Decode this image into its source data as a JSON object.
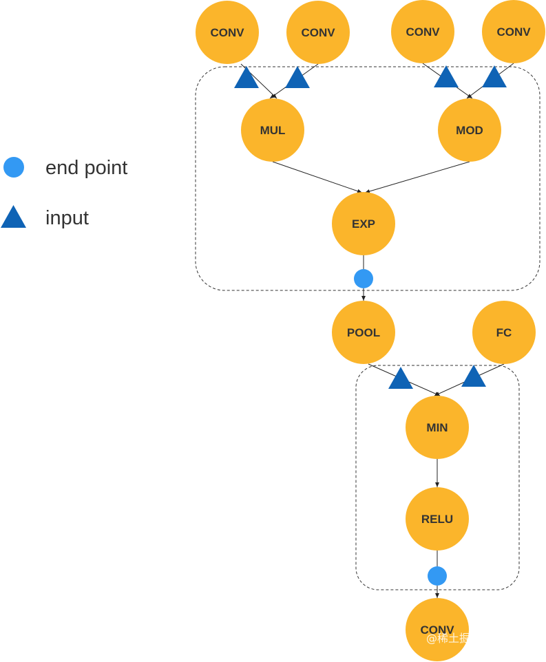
{
  "colors": {
    "node_fill": "#FBB52B",
    "input_marker": "#0F63B5",
    "end_point_marker": "#3399F3",
    "edge": "#222222",
    "group_border": "#333333",
    "text": "#333333"
  },
  "legend": {
    "end_point": {
      "label": "end point",
      "icon": "blue-circle"
    },
    "input": {
      "label": "input",
      "icon": "blue-triangle"
    }
  },
  "nodes": {
    "conv1": {
      "label": "CONV"
    },
    "conv2": {
      "label": "CONV"
    },
    "conv3": {
      "label": "CONV"
    },
    "conv4": {
      "label": "CONV"
    },
    "mul": {
      "label": "MUL"
    },
    "mod": {
      "label": "MOD"
    },
    "exp": {
      "label": "EXP"
    },
    "pool": {
      "label": "POOL"
    },
    "fc": {
      "label": "FC"
    },
    "min": {
      "label": "MIN"
    },
    "relu": {
      "label": "RELU"
    },
    "conv5": {
      "label": "CONV"
    }
  },
  "edges": [
    [
      "conv1",
      "mul"
    ],
    [
      "conv2",
      "mul"
    ],
    [
      "conv3",
      "mod"
    ],
    [
      "conv4",
      "mod"
    ],
    [
      "mul",
      "exp"
    ],
    [
      "mod",
      "exp"
    ],
    [
      "exp",
      "pool"
    ],
    [
      "pool",
      "min"
    ],
    [
      "fc",
      "min"
    ],
    [
      "min",
      "relu"
    ],
    [
      "relu",
      "conv5"
    ]
  ],
  "watermark": "@稀土掘金技术社区"
}
